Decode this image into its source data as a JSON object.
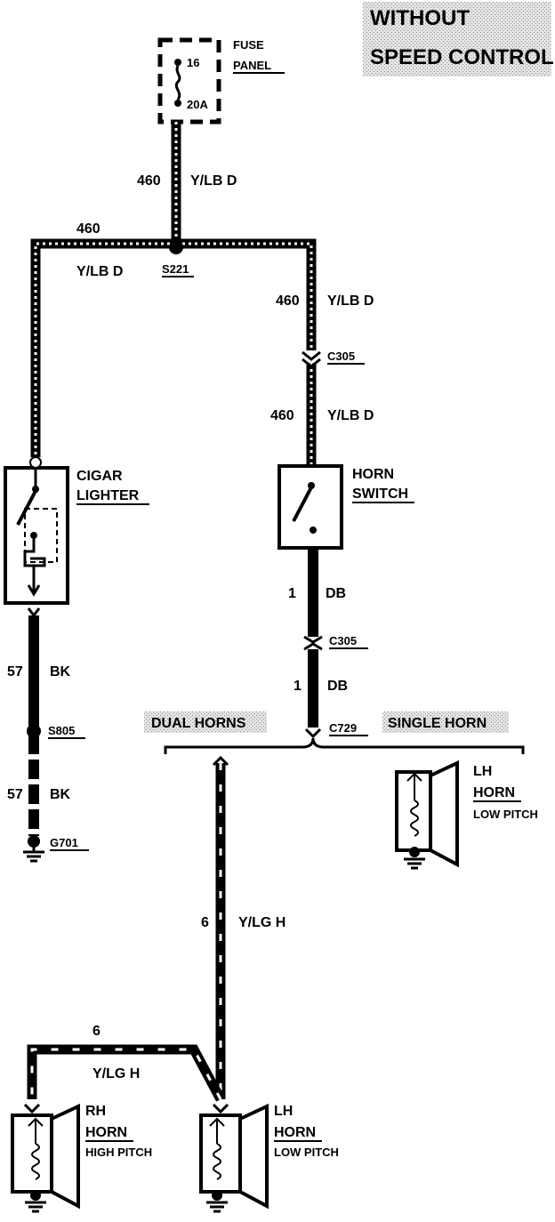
{
  "title": {
    "line1": "WITHOUT",
    "line2": "SPEED CONTROL"
  },
  "fuse_panel": {
    "label1": "FUSE",
    "label2": "PANEL",
    "fuse_number": "16",
    "rating": "20A"
  },
  "splices": {
    "s221": "S221",
    "s805": "S805"
  },
  "connectors": {
    "c305_top": "C305",
    "c305_bottom": "C305",
    "c729": "C729"
  },
  "ground": {
    "g701": "G701"
  },
  "wires": {
    "fuse_to_splice": {
      "circuit": "460",
      "color": "Y/LB D"
    },
    "splice_left": {
      "circuit": "460",
      "color": "Y/LB D"
    },
    "splice_right_upper": {
      "circuit": "460",
      "color": "Y/LB D"
    },
    "splice_right_lower": {
      "circuit": "460",
      "color": "Y/LB D"
    },
    "lighter_ground_upper": {
      "circuit": "57",
      "color": "BK"
    },
    "lighter_ground_lower": {
      "circuit": "57",
      "color": "BK"
    },
    "horn_switch_upper": {
      "circuit": "1",
      "color": "DB"
    },
    "horn_switch_lower": {
      "circuit": "1",
      "color": "DB"
    },
    "dual_horn_feed": {
      "circuit": "6",
      "color": "Y/LG H"
    },
    "rh_horn_feed": {
      "circuit": "6",
      "color": "Y/LG H"
    }
  },
  "components": {
    "cigar_lighter": {
      "line1": "CIGAR",
      "line2": "LIGHTER"
    },
    "horn_switch": {
      "line1": "HORN",
      "line2": "SWITCH"
    },
    "single_lh_horn": {
      "line1": "LH",
      "line2": "HORN",
      "pitch": "LOW PITCH"
    },
    "rh_horn": {
      "line1": "RH",
      "line2": "HORN",
      "pitch": "HIGH PITCH"
    },
    "dual_lh_horn": {
      "line1": "LH",
      "line2": "HORN",
      "pitch": "LOW PITCH"
    }
  },
  "options": {
    "dual": "DUAL HORNS",
    "single": "SINGLE HORN"
  },
  "colors": {
    "ink": "#000000",
    "paper": "#ffffff",
    "title_bg": "#d8d8d8"
  }
}
